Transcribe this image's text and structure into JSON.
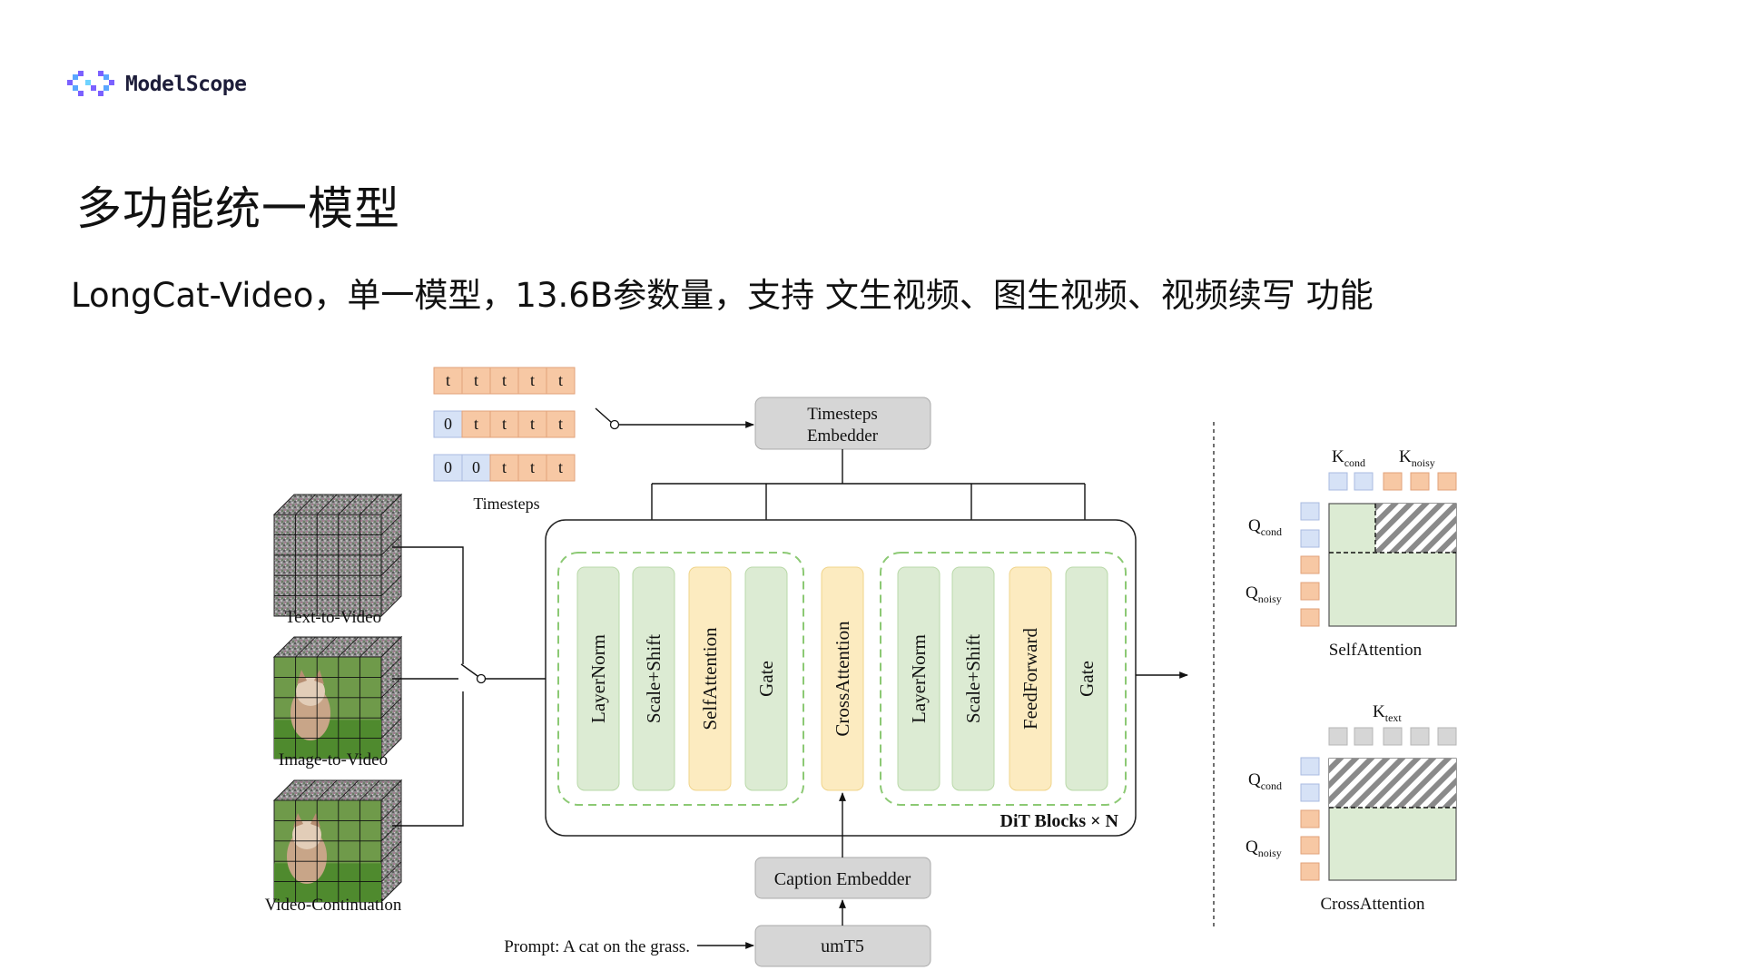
{
  "logo": {
    "text": "ModelScope"
  },
  "title": "多功能统一模型",
  "subtitle": "LongCat-Video，单一模型，13.6B参数量，支持 文生视频、图生视频、视频续写 功能",
  "colors": {
    "orange": "#f7c8a4",
    "blue": "#d6e2f6",
    "green": "#dcebd3",
    "yellow": "#fcebc0",
    "gray": "#d6d6d6"
  },
  "timesteps": {
    "rows": [
      [
        "t",
        "t",
        "t",
        "t",
        "t"
      ],
      [
        "0",
        "t",
        "t",
        "t",
        "t"
      ],
      [
        "0",
        "0",
        "t",
        "t",
        "t"
      ]
    ],
    "label": "Timesteps"
  },
  "inputs": [
    {
      "label": "Text-to-Video",
      "kind": "noise"
    },
    {
      "label": "Image-to-Video",
      "kind": "cat-front"
    },
    {
      "label": "Video-Continuation",
      "kind": "cat-side"
    }
  ],
  "boxes": {
    "timesteps_embedder": [
      "Timesteps",
      "Embedder"
    ],
    "caption_embedder": "Caption Embedder",
    "umt5": "umT5",
    "prompt": "Prompt: A cat on the grass."
  },
  "dit": {
    "label": "DiT Blocks × N",
    "group1": [
      {
        "label": "LayerNorm",
        "color": "green"
      },
      {
        "label": "Scale+Shift",
        "color": "green"
      },
      {
        "label": "SelfAttention",
        "color": "yellow"
      },
      {
        "label": "Gate",
        "color": "green"
      }
    ],
    "middle": {
      "label": "CrossAttention",
      "color": "yellow"
    },
    "group2": [
      {
        "label": "LayerNorm",
        "color": "green"
      },
      {
        "label": "Scale+Shift",
        "color": "green"
      },
      {
        "label": "FeedForward",
        "color": "yellow"
      },
      {
        "label": "Gate",
        "color": "green"
      }
    ]
  },
  "self_attention": {
    "caption": "SelfAttention",
    "k_labels": [
      {
        "main": "K",
        "sub": "cond"
      },
      {
        "main": "K",
        "sub": "noisy"
      }
    ],
    "q_labels": [
      {
        "main": "Q",
        "sub": "cond"
      },
      {
        "main": "Q",
        "sub": "noisy"
      }
    ],
    "k_keys": [
      "blue",
      "blue",
      "orange",
      "orange",
      "orange"
    ],
    "q_keys": [
      "blue",
      "blue",
      "orange",
      "orange",
      "orange"
    ]
  },
  "cross_attention": {
    "caption": "CrossAttention",
    "k_labels": [
      {
        "main": "K",
        "sub": "text"
      }
    ],
    "q_labels": [
      {
        "main": "Q",
        "sub": "cond"
      },
      {
        "main": "Q",
        "sub": "noisy"
      }
    ],
    "k_keys": [
      "gray",
      "gray",
      "gray",
      "gray",
      "gray"
    ],
    "q_keys": [
      "blue",
      "blue",
      "orange",
      "orange",
      "orange"
    ]
  }
}
